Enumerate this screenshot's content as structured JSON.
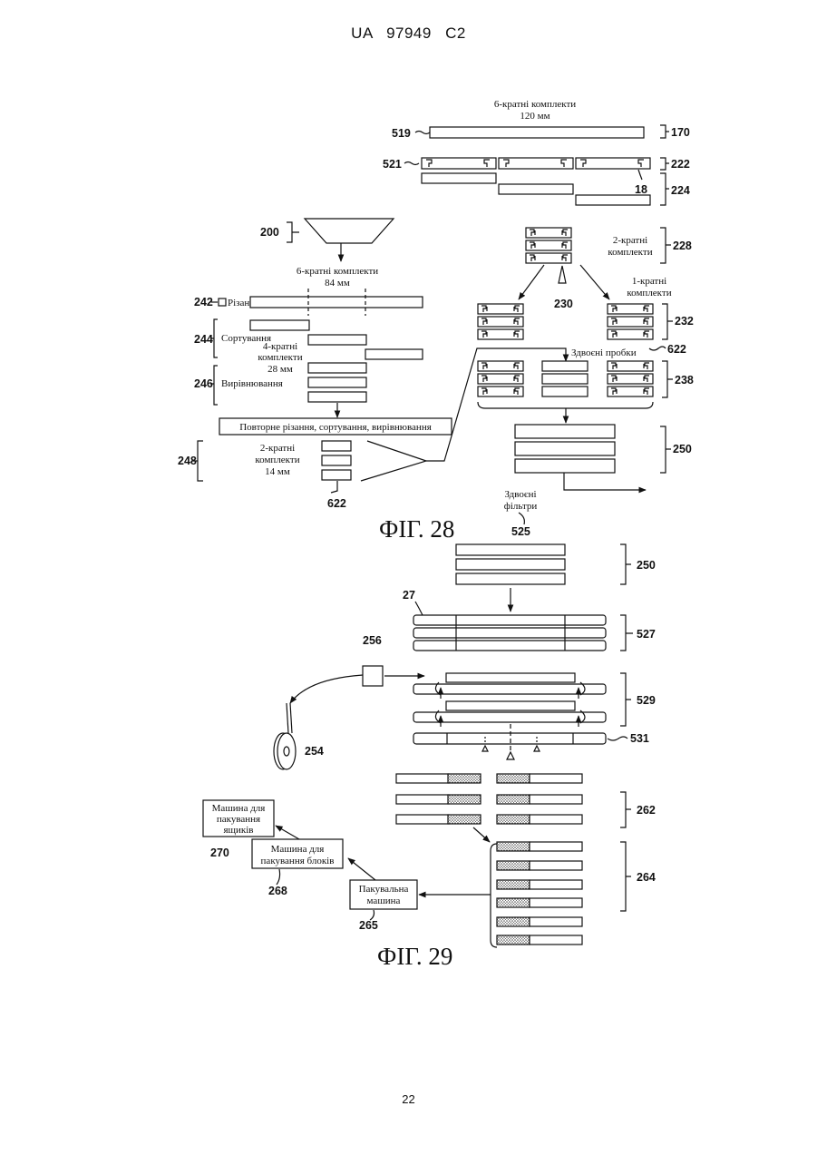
{
  "header": {
    "text": "UA 97949 C2"
  },
  "page_number": "22",
  "fig28": {
    "caption": "ФІГ. 28",
    "left": {
      "hopper_ref": "200",
      "six_fold_label": "6-кратні комплекти",
      "six_fold_size": "84 мм",
      "cutting_ref": "242",
      "cutting_label": "Різання",
      "sorting_ref": "244",
      "sorting_label": "Сортування",
      "four_fold_label": "4-кратні",
      "four_fold_label2": "комплекти",
      "four_fold_size": "28 мм",
      "aligning_ref": "246",
      "aligning_label": "Вирівнювання",
      "repeat_label": "Повторне різання, сортування, вирівнювання",
      "two_fold_ref": "248",
      "two_fold_label": "2-кратні",
      "two_fold_label2": "комплекти",
      "two_fold_size": "14 мм",
      "out_ref": "622"
    },
    "right": {
      "six_fold_label": "6-кратні комплекти",
      "six_fold_size": "120 мм",
      "ref_519": "519",
      "ref_170": "170",
      "ref_521": "521",
      "ref_222": "222",
      "ref_18": "18",
      "ref_224": "224",
      "two_fold_label": "2-кратні",
      "two_fold_label2": "комплекти",
      "ref_228": "228",
      "ref_230": "230",
      "one_fold_label": "1-кратні",
      "one_fold_label2": "комплекти",
      "ref_232": "232",
      "double_plugs_label": "Здвоєні пробки",
      "ref_622": "622",
      "ref_238": "238",
      "ref_250": "250",
      "double_filters_label": "Здвоєні",
      "double_filters_label2": "фільтри",
      "ref_525": "525"
    }
  },
  "fig29": {
    "caption": "ФІГ. 29",
    "ref_250": "250",
    "ref_27": "27",
    "ref_527": "527",
    "ref_256": "256",
    "ref_529": "529",
    "ref_254": "254",
    "ref_531": "531",
    "ref_262": "262",
    "ref_264": "264",
    "case_packer": "Машина для",
    "case_packer2": "пакування",
    "case_packer3": "ящиків",
    "ref_270": "270",
    "block_packer": "Машина для",
    "block_packer2": "пакування блоків",
    "ref_268": "268",
    "packer": "Пакувальна",
    "packer2": "машина",
    "ref_265": "265"
  }
}
